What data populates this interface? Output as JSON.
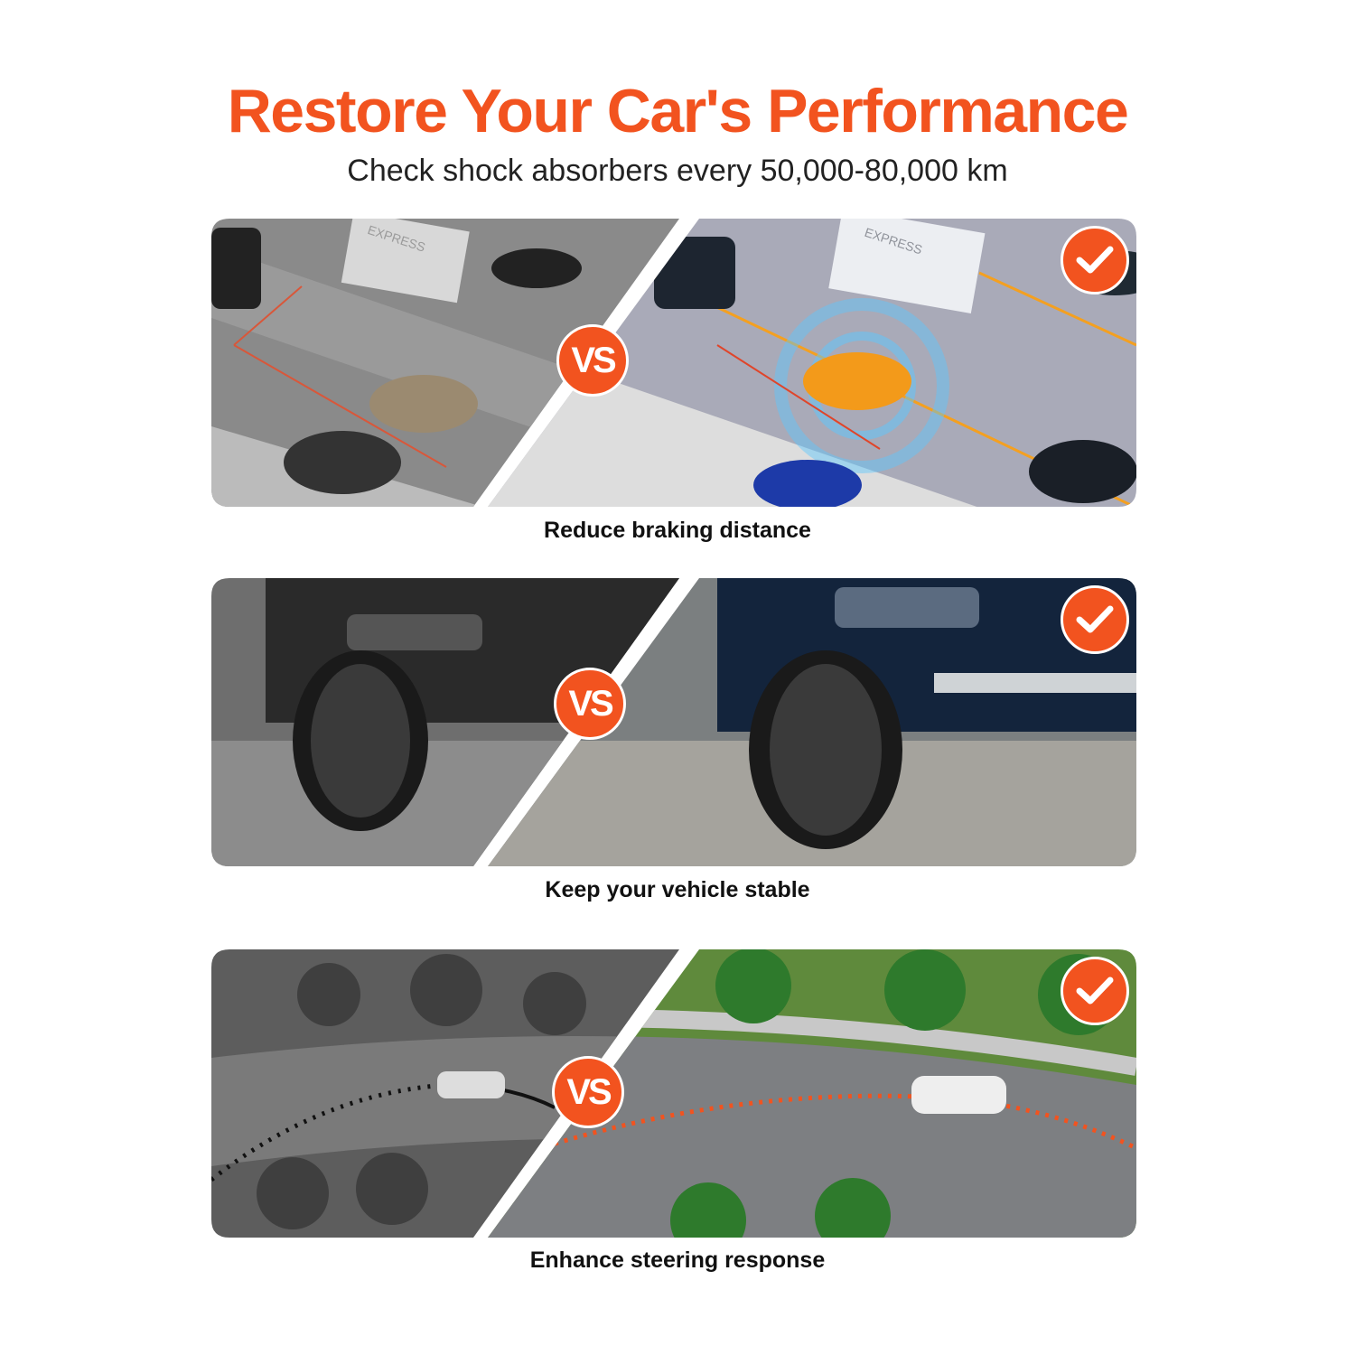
{
  "header": {
    "title": "Restore Your Car's Performance",
    "subtitle": "Check shock absorbers every 50,000-80,000 km"
  },
  "panels": [
    {
      "caption": "Reduce braking distance",
      "badge": "VS",
      "before_label": "EXPRESS",
      "after_label": "EXPRESS"
    },
    {
      "caption": "Keep your vehicle stable",
      "badge": "VS"
    },
    {
      "caption": "Enhance steering response",
      "badge": "VS"
    }
  ],
  "colors": {
    "accent": "#f2531f"
  }
}
